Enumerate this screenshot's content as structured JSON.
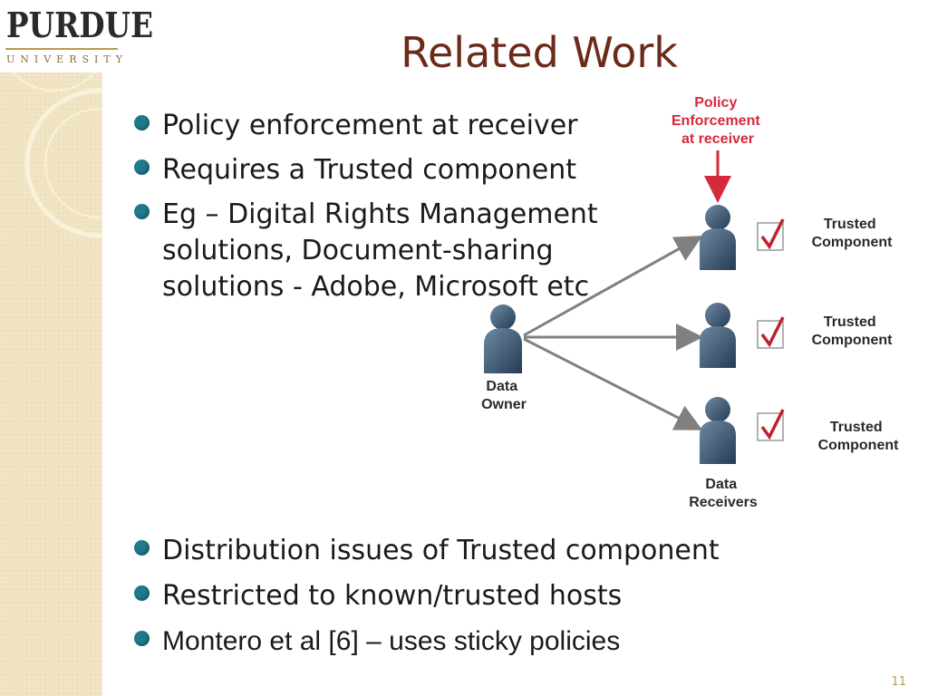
{
  "logo": {
    "name": "PURDUE",
    "sub": "UNIVERSITY"
  },
  "title": "Related Work",
  "bullets_top": [
    "Policy enforcement at receiver",
    "Requires a Trusted component",
    "Eg – Digital Rights Management solutions, Document-sharing solutions - Adobe, Microsoft etc"
  ],
  "bullets_bottom": [
    "Distribution issues of Trusted component",
    "Restricted to known/trusted hosts",
    "Montero et al [6] – uses sticky policies"
  ],
  "diagram": {
    "policy_label": [
      "Policy",
      "Enforcement",
      "at receiver"
    ],
    "owner_label": [
      "Data",
      "Owner"
    ],
    "receivers_label": [
      "Data",
      "Receivers"
    ],
    "component_label": [
      "Trusted",
      "Component"
    ],
    "accent_red": "#d42a3a",
    "arrow_gray": "#808080",
    "person_color": "#3d5a73"
  },
  "slide_number": "11",
  "colors": {
    "title": "#6b2a1a",
    "bullet": "#1e7a8c",
    "strip": "#efe2bf"
  }
}
